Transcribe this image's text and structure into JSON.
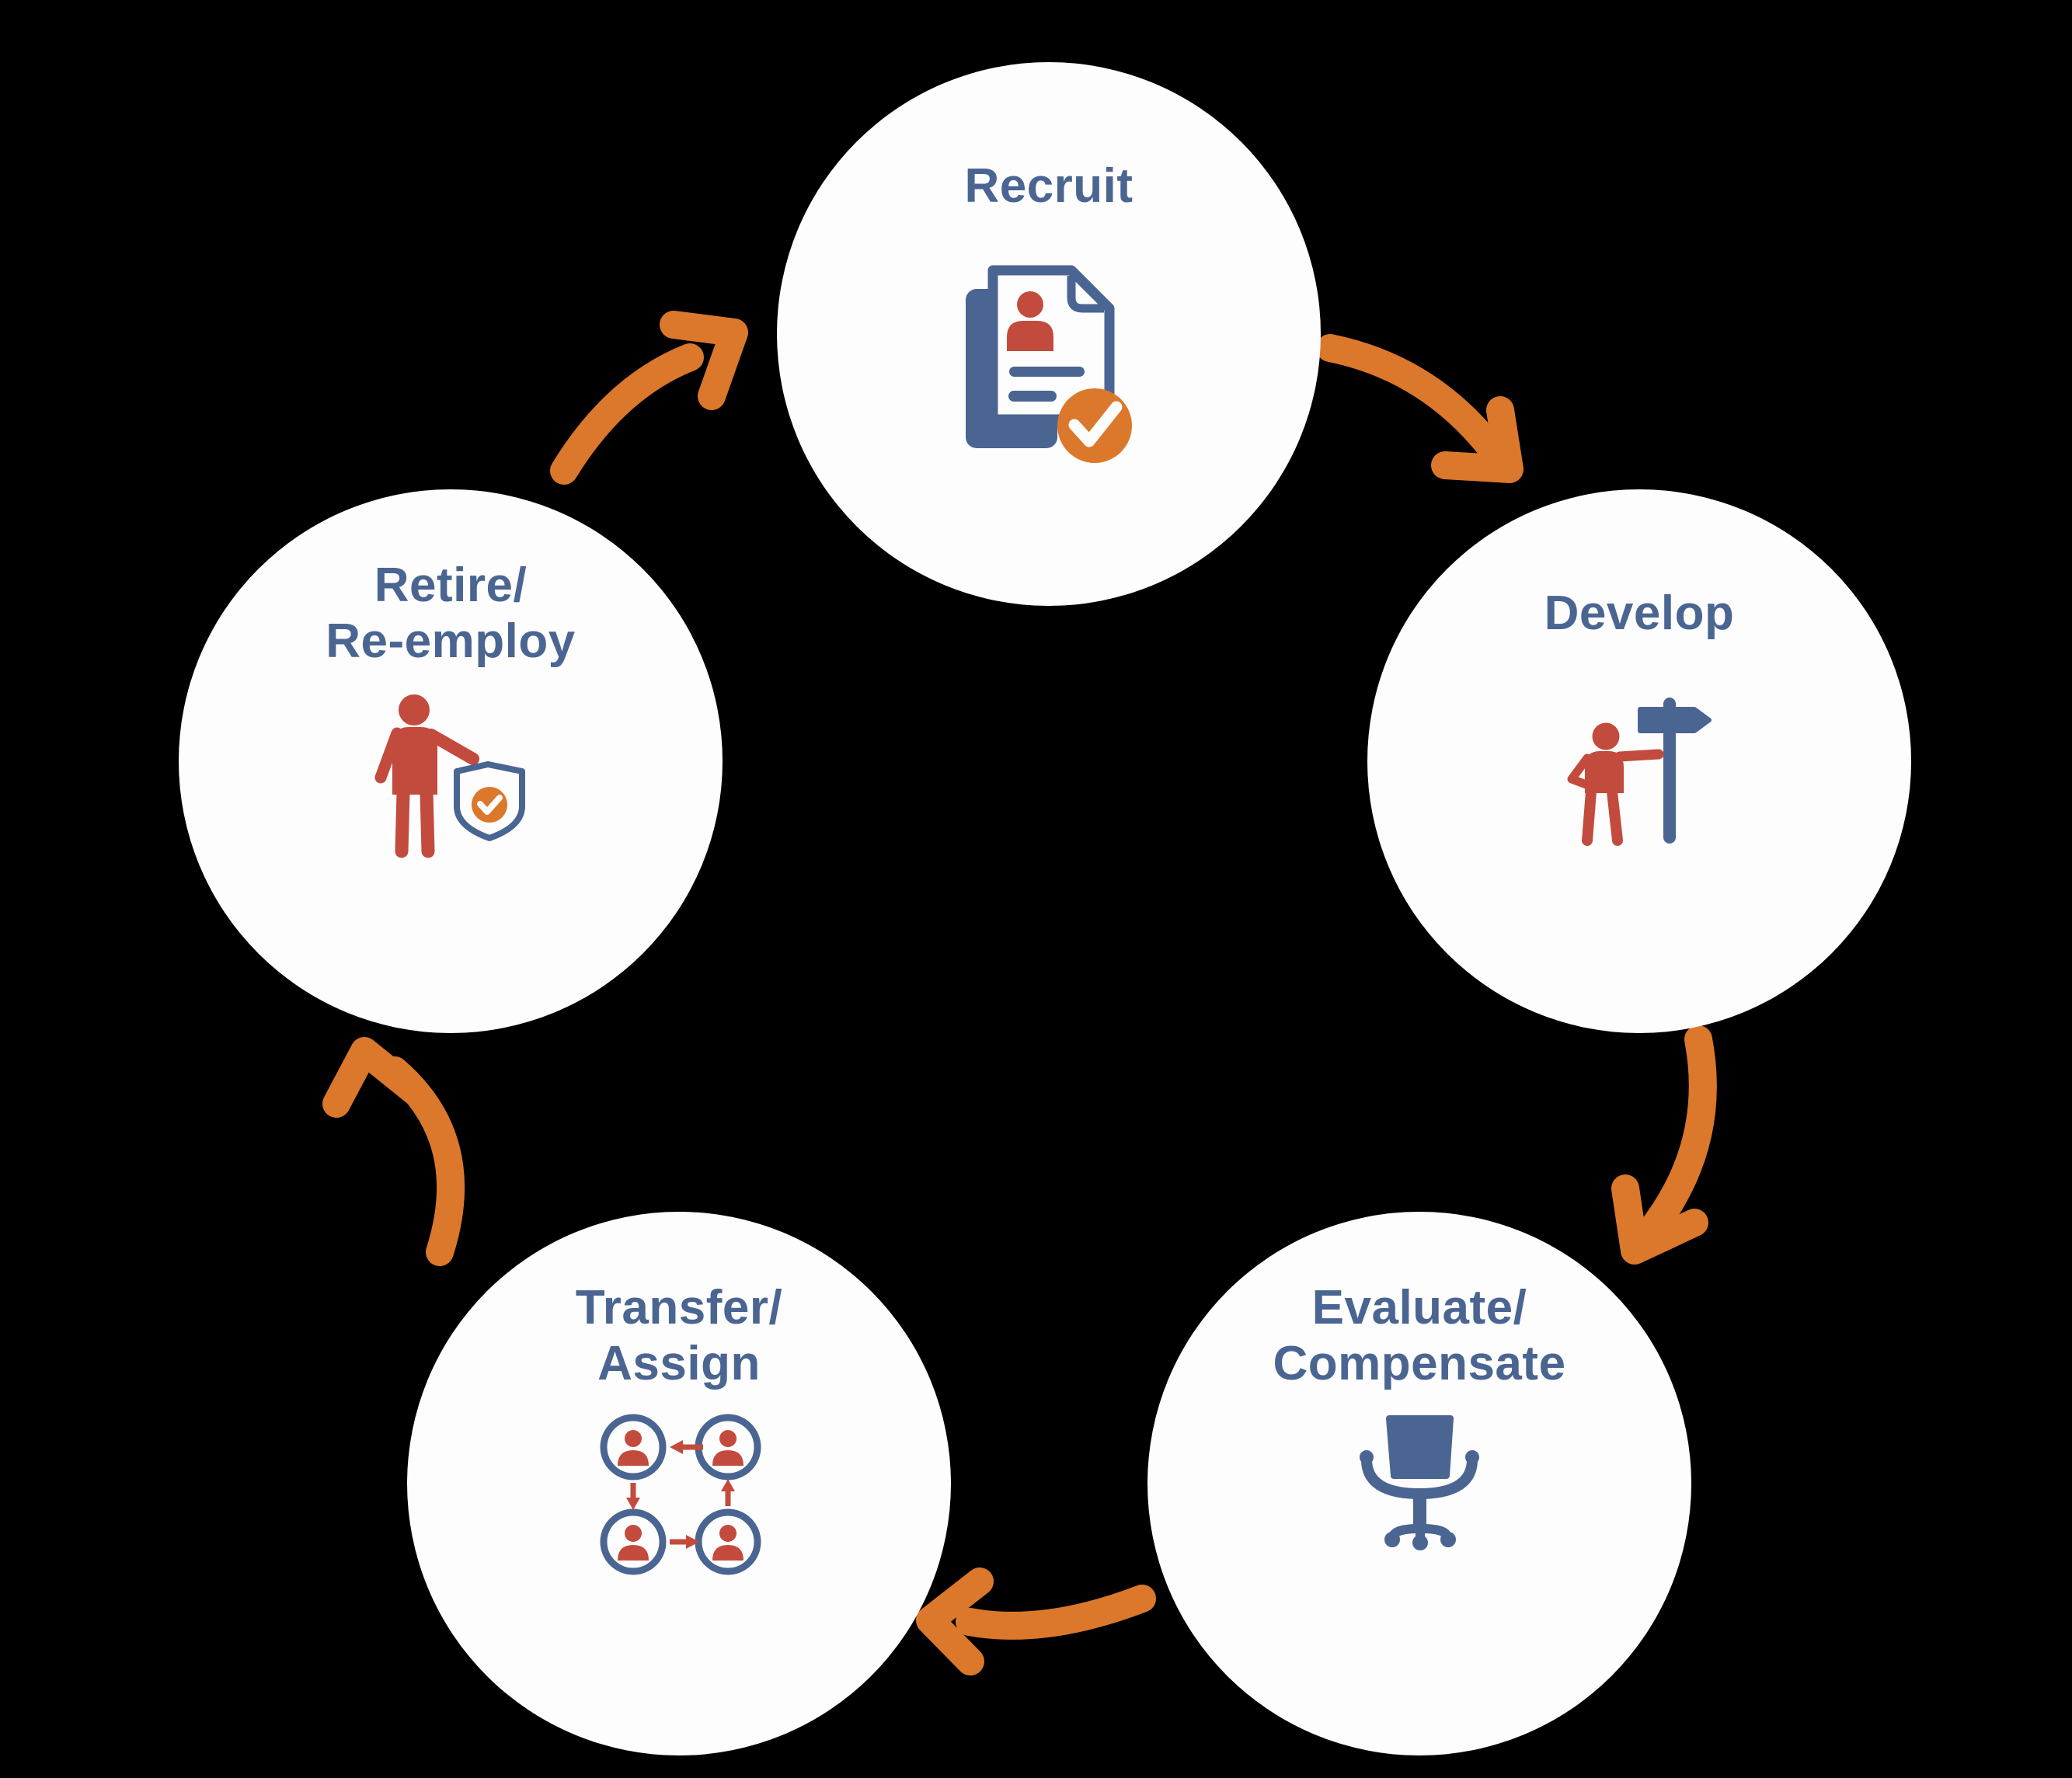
{
  "diagram": {
    "type": "cycle",
    "direction": "clockwise",
    "nodes": [
      {
        "id": "recruit",
        "label": "Recruit",
        "icon": "resume-check-icon"
      },
      {
        "id": "develop",
        "label": "Develop",
        "icon": "person-signpost-icon"
      },
      {
        "id": "evaluate-compensate",
        "label": "Evaluate/\nCompensate",
        "icon": "office-chair-icon"
      },
      {
        "id": "transfer-assign",
        "label": "Transfer/\nAssign",
        "icon": "people-rotation-icon"
      },
      {
        "id": "retire-reemploy",
        "label": "Retire/\nRe-employ",
        "icon": "person-shield-check-icon"
      }
    ],
    "arrows": [
      {
        "from": "Recruit",
        "to": "Develop"
      },
      {
        "from": "Develop",
        "to": "Evaluate/Compensate"
      },
      {
        "from": "Evaluate/Compensate",
        "to": "Transfer/Assign"
      },
      {
        "from": "Transfer/Assign",
        "to": "Retire/Re-employ"
      },
      {
        "from": "Retire/Re-employ",
        "to": "Recruit"
      }
    ],
    "colors": {
      "background": "#000000",
      "circle_fill": "#FDFDFD",
      "label_blue": "#4A6591",
      "icon_blue": "#4A6591",
      "icon_red": "#C24B3D",
      "arrow_orange": "#DB782C"
    }
  }
}
